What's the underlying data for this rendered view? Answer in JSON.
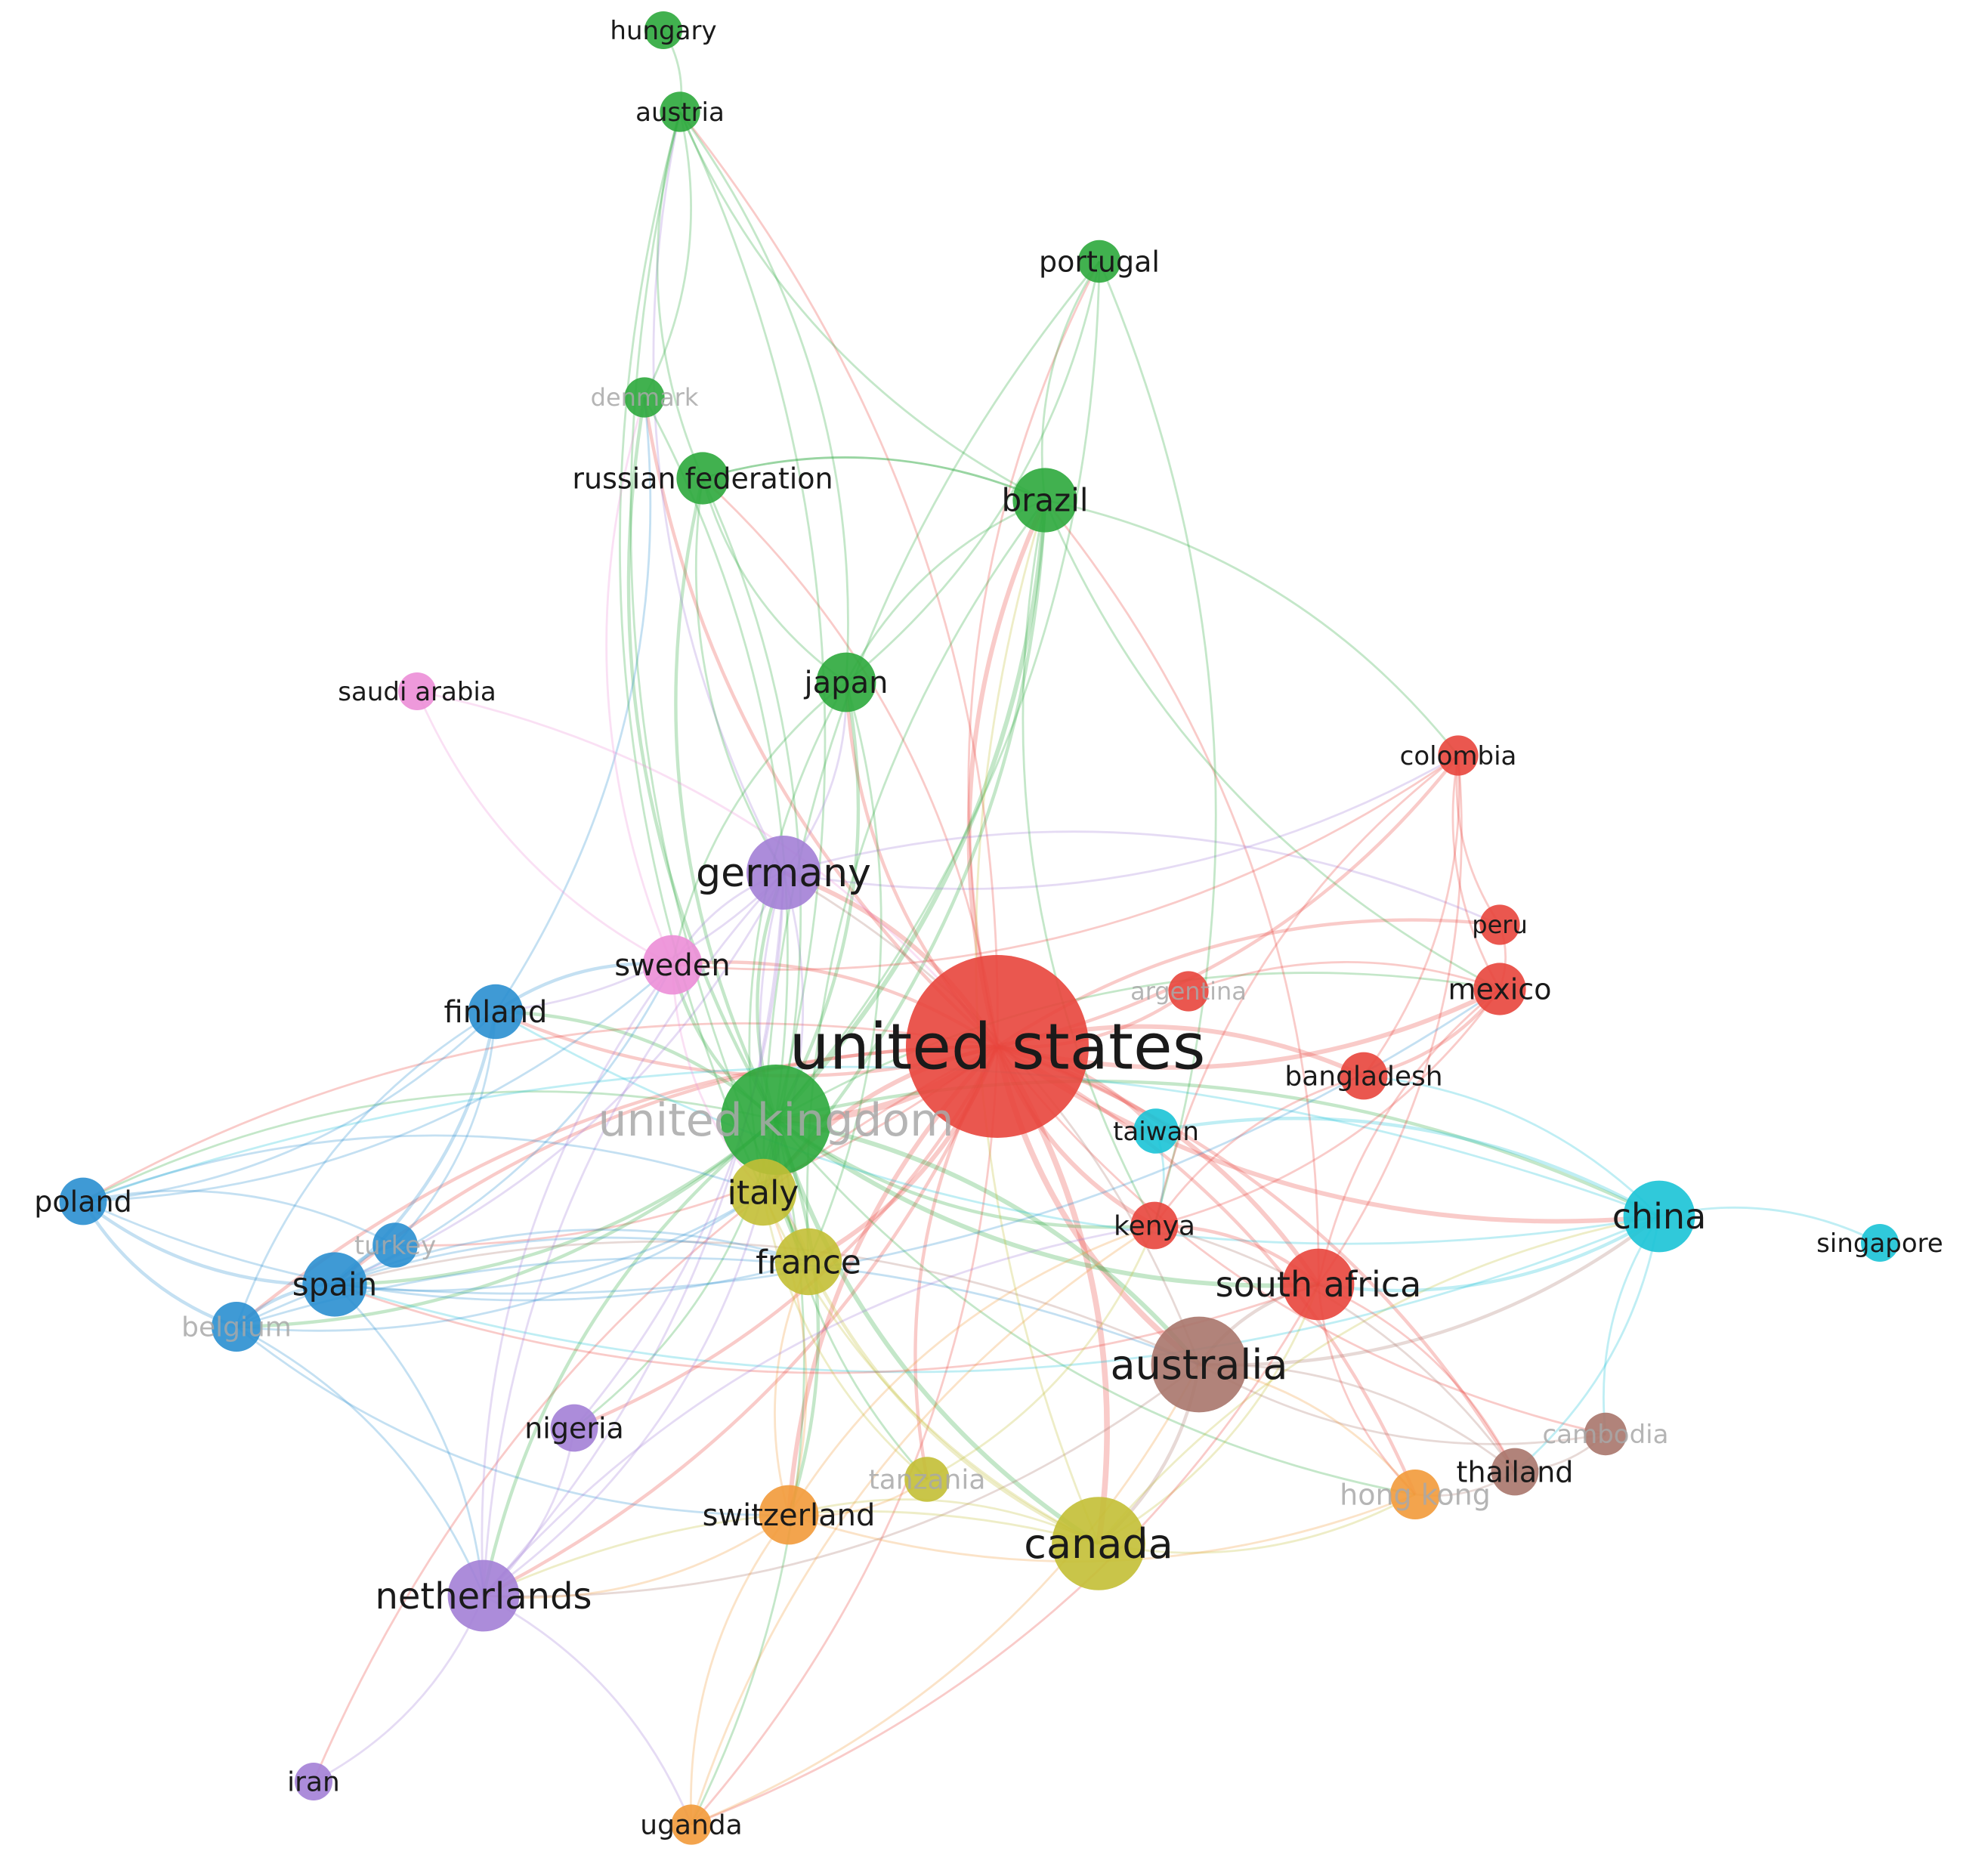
{
  "palette": {
    "red": "#e8453c",
    "green": "#2ca83c",
    "blue": "#2a8fd0",
    "purple": "#a37fd6",
    "yellow": "#c3bf35",
    "cyan": "#1ac3d6",
    "orange": "#f29a3a",
    "brown": "#a9756c",
    "pink": "#ec8ed7"
  },
  "nodes": [
    {
      "id": "us",
      "label": "united states",
      "cluster": "red",
      "size": 7,
      "faded": false
    },
    {
      "id": "uk",
      "label": "united kingdom",
      "cluster": "green",
      "size": 4,
      "faded": true
    },
    {
      "id": "australia",
      "label": "australia",
      "cluster": "brown",
      "size": 3.4,
      "faded": false
    },
    {
      "id": "canada",
      "label": "canada",
      "cluster": "yellow",
      "size": 3.3,
      "faded": false
    },
    {
      "id": "china",
      "label": "china",
      "cluster": "cyan",
      "size": 2.4,
      "faded": false
    },
    {
      "id": "south_africa",
      "label": "south africa",
      "cluster": "red",
      "size": 2.4,
      "faded": false
    },
    {
      "id": "germany",
      "label": "germany",
      "cluster": "purple",
      "size": 2.5,
      "faded": false
    },
    {
      "id": "netherlands",
      "label": "netherlands",
      "cluster": "purple",
      "size": 2.4,
      "faded": false
    },
    {
      "id": "italy",
      "label": "italy",
      "cluster": "yellow",
      "size": 2.2,
      "faded": false
    },
    {
      "id": "france",
      "label": "france",
      "cluster": "yellow",
      "size": 2.2,
      "faded": false
    },
    {
      "id": "spain",
      "label": "spain",
      "cluster": "blue",
      "size": 2.1,
      "faded": false
    },
    {
      "id": "brazil",
      "label": "brazil",
      "cluster": "green",
      "size": 2.1,
      "faded": false
    },
    {
      "id": "sweden",
      "label": "sweden",
      "cluster": "pink",
      "size": 1.9,
      "faded": false
    },
    {
      "id": "japan",
      "label": "japan",
      "cluster": "green",
      "size": 1.9,
      "faded": false
    },
    {
      "id": "switzerland",
      "label": "switzerland",
      "cluster": "orange",
      "size": 1.9,
      "faded": false
    },
    {
      "id": "finland",
      "label": "finland",
      "cluster": "blue",
      "size": 1.7,
      "faded": false
    },
    {
      "id": "mexico",
      "label": "mexico",
      "cluster": "red",
      "size": 1.6,
      "faded": false
    },
    {
      "id": "bangladesh",
      "label": "bangladesh",
      "cluster": "red",
      "size": 1.4,
      "faded": false
    },
    {
      "id": "kenya",
      "label": "kenya",
      "cluster": "red",
      "size": 1.4,
      "faded": false
    },
    {
      "id": "taiwan",
      "label": "taiwan",
      "cluster": "cyan",
      "size": 1.3,
      "faded": false
    },
    {
      "id": "belgium",
      "label": "belgium",
      "cluster": "blue",
      "size": 1.5,
      "faded": true
    },
    {
      "id": "turkey",
      "label": "turkey",
      "cluster": "blue",
      "size": 1.3,
      "faded": true
    },
    {
      "id": "poland",
      "label": "poland",
      "cluster": "blue",
      "size": 1.4,
      "faded": false
    },
    {
      "id": "nigeria",
      "label": "nigeria",
      "cluster": "purple",
      "size": 1.4,
      "faded": false
    },
    {
      "id": "tanzania",
      "label": "tanzania",
      "cluster": "yellow",
      "size": 1.3,
      "faded": true
    },
    {
      "id": "thailand",
      "label": "thailand",
      "cluster": "brown",
      "size": 1.4,
      "faded": false
    },
    {
      "id": "cambodia",
      "label": "cambodia",
      "cluster": "brown",
      "size": 1.2,
      "faded": true
    },
    {
      "id": "hong_kong",
      "label": "hong kong",
      "cluster": "orange",
      "size": 1.5,
      "faded": true
    },
    {
      "id": "russian_federation",
      "label": "russian federation",
      "cluster": "green",
      "size": 1.6,
      "faded": false
    },
    {
      "id": "portugal",
      "label": "portugal",
      "cluster": "green",
      "size": 1.2,
      "faded": false
    },
    {
      "id": "austria",
      "label": "austria",
      "cluster": "green",
      "size": 1.1,
      "faded": false
    },
    {
      "id": "hungary",
      "label": "hungary",
      "cluster": "green",
      "size": 1.0,
      "faded": false
    },
    {
      "id": "denmark",
      "label": "denmark",
      "cluster": "green",
      "size": 1.1,
      "faded": true
    },
    {
      "id": "saudi_arabia",
      "label": "saudi arabia",
      "cluster": "pink",
      "size": 1.0,
      "faded": false
    },
    {
      "id": "colombia",
      "label": "colombia",
      "cluster": "red",
      "size": 1.1,
      "faded": false
    },
    {
      "id": "peru",
      "label": "peru",
      "cluster": "red",
      "size": 1.1,
      "faded": false
    },
    {
      "id": "argentina",
      "label": "argentina",
      "cluster": "red",
      "size": 1.1,
      "faded": true
    },
    {
      "id": "singapore",
      "label": "singapore",
      "cluster": "cyan",
      "size": 1.0,
      "faded": false
    },
    {
      "id": "iran",
      "label": "iran",
      "cluster": "purple",
      "size": 1.0,
      "faded": false
    },
    {
      "id": "uganda",
      "label": "uganda",
      "cluster": "orange",
      "size": 1.1,
      "faded": false
    }
  ],
  "links": [
    [
      "us",
      "uk",
      5
    ],
    [
      "us",
      "australia",
      4
    ],
    [
      "us",
      "canada",
      4
    ],
    [
      "us",
      "china",
      3
    ],
    [
      "us",
      "south_africa",
      3
    ],
    [
      "us",
      "germany",
      3
    ],
    [
      "us",
      "netherlands",
      2
    ],
    [
      "us",
      "italy",
      3
    ],
    [
      "us",
      "france",
      3
    ],
    [
      "us",
      "spain",
      2
    ],
    [
      "us",
      "brazil",
      3
    ],
    [
      "us",
      "sweden",
      2
    ],
    [
      "us",
      "japan",
      2
    ],
    [
      "us",
      "switzerland",
      3
    ],
    [
      "us",
      "finland",
      2
    ],
    [
      "us",
      "mexico",
      3
    ],
    [
      "us",
      "bangladesh",
      3
    ],
    [
      "us",
      "kenya",
      3
    ],
    [
      "us",
      "taiwan",
      2
    ],
    [
      "us",
      "belgium",
      2
    ],
    [
      "us",
      "turkey",
      1
    ],
    [
      "us",
      "poland",
      1
    ],
    [
      "us",
      "nigeria",
      2
    ],
    [
      "us",
      "tanzania",
      2
    ],
    [
      "us",
      "thailand",
      2
    ],
    [
      "us",
      "cambodia",
      1
    ],
    [
      "us",
      "hong_kong",
      2
    ],
    [
      "us",
      "russian_federation",
      1
    ],
    [
      "us",
      "portugal",
      1
    ],
    [
      "us",
      "austria",
      1
    ],
    [
      "us",
      "denmark",
      2
    ],
    [
      "us",
      "colombia",
      2
    ],
    [
      "us",
      "peru",
      2
    ],
    [
      "us",
      "argentina",
      2
    ],
    [
      "us",
      "uganda",
      1
    ],
    [
      "us",
      "iran",
      1
    ],
    [
      "uk",
      "australia",
      3
    ],
    [
      "uk",
      "canada",
      3
    ],
    [
      "uk",
      "china",
      2
    ],
    [
      "uk",
      "south_africa",
      3
    ],
    [
      "uk",
      "germany",
      2
    ],
    [
      "uk",
      "netherlands",
      2
    ],
    [
      "uk",
      "italy",
      3
    ],
    [
      "uk",
      "france",
      3
    ],
    [
      "uk",
      "spain",
      2
    ],
    [
      "uk",
      "brazil",
      3
    ],
    [
      "uk",
      "sweden",
      2
    ],
    [
      "uk",
      "japan",
      2
    ],
    [
      "uk",
      "switzerland",
      2
    ],
    [
      "uk",
      "finland",
      2
    ],
    [
      "uk",
      "mexico",
      1
    ],
    [
      "uk",
      "kenya",
      2
    ],
    [
      "uk",
      "belgium",
      2
    ],
    [
      "uk",
      "poland",
      1
    ],
    [
      "uk",
      "nigeria",
      1
    ],
    [
      "uk",
      "tanzania",
      1
    ],
    [
      "uk",
      "russian_federation",
      2
    ],
    [
      "uk",
      "austria",
      1
    ],
    [
      "uk",
      "denmark",
      2
    ],
    [
      "uk",
      "portugal",
      1
    ],
    [
      "uk",
      "uganda",
      1
    ],
    [
      "uk",
      "hong_kong",
      1
    ],
    [
      "australia",
      "canada",
      2
    ],
    [
      "australia",
      "china",
      2
    ],
    [
      "australia",
      "south_africa",
      2
    ],
    [
      "australia",
      "spain",
      1
    ],
    [
      "australia",
      "thailand",
      1
    ],
    [
      "australia",
      "cambodia",
      1
    ],
    [
      "australia",
      "netherlands",
      1
    ],
    [
      "australia",
      "germany",
      1
    ],
    [
      "canada",
      "china",
      1
    ],
    [
      "canada",
      "south_africa",
      1
    ],
    [
      "canada",
      "france",
      2
    ],
    [
      "canada",
      "switzerland",
      1
    ],
    [
      "canada",
      "italy",
      1
    ],
    [
      "canada",
      "hong_kong",
      1
    ],
    [
      "canada",
      "brazil",
      1
    ],
    [
      "canada",
      "netherlands",
      1
    ],
    [
      "china",
      "south_africa",
      2
    ],
    [
      "china",
      "taiwan",
      2
    ],
    [
      "china",
      "singapore",
      1
    ],
    [
      "china",
      "bangladesh",
      1
    ],
    [
      "china",
      "spain",
      1
    ],
    [
      "china",
      "poland",
      1
    ],
    [
      "china",
      "thailand",
      1
    ],
    [
      "china",
      "cambodia",
      1
    ],
    [
      "china",
      "finland",
      1
    ],
    [
      "south_africa",
      "kenya",
      2
    ],
    [
      "south_africa",
      "mexico",
      1
    ],
    [
      "south_africa",
      "brazil",
      1
    ],
    [
      "south_africa",
      "spain",
      1
    ],
    [
      "south_africa",
      "colombia",
      1
    ],
    [
      "south_africa",
      "uganda",
      1
    ],
    [
      "south_africa",
      "hong_kong",
      1
    ],
    [
      "south_africa",
      "thailand",
      1
    ],
    [
      "germany",
      "netherlands",
      1
    ],
    [
      "germany",
      "italy",
      1
    ],
    [
      "germany",
      "france",
      1
    ],
    [
      "germany",
      "spain",
      1
    ],
    [
      "germany",
      "sweden",
      1
    ],
    [
      "germany",
      "finland",
      1
    ],
    [
      "germany",
      "japan",
      1
    ],
    [
      "germany",
      "austria",
      1
    ],
    [
      "germany",
      "colombia",
      1
    ],
    [
      "germany",
      "peru",
      1
    ],
    [
      "spain",
      "finland",
      2
    ],
    [
      "spain",
      "poland",
      2
    ],
    [
      "spain",
      "belgium",
      2
    ],
    [
      "spain",
      "turkey",
      2
    ],
    [
      "spain",
      "italy",
      1
    ],
    [
      "spain",
      "france",
      1
    ],
    [
      "spain",
      "sweden",
      1
    ],
    [
      "spain",
      "netherlands",
      1
    ],
    [
      "spain",
      "mexico",
      1
    ],
    [
      "finland",
      "poland",
      1
    ],
    [
      "finland",
      "belgium",
      1
    ],
    [
      "finland",
      "sweden",
      2
    ],
    [
      "finland",
      "denmark",
      1
    ],
    [
      "finland",
      "turkey",
      1
    ],
    [
      "poland",
      "belgium",
      2
    ],
    [
      "poland",
      "turkey",
      1
    ],
    [
      "poland",
      "sweden",
      1
    ],
    [
      "poland",
      "italy",
      1
    ],
    [
      "poland",
      "france",
      1
    ],
    [
      "belgium",
      "netherlands",
      1
    ],
    [
      "belgium",
      "italy",
      1
    ],
    [
      "belgium",
      "france",
      1
    ],
    [
      "belgium",
      "switzerland",
      1
    ],
    [
      "belgium",
      "australia",
      1
    ],
    [
      "brazil",
      "japan",
      1
    ],
    [
      "brazil",
      "portugal",
      1
    ],
    [
      "brazil",
      "russian_federation",
      1
    ],
    [
      "brazil",
      "austria",
      1
    ],
    [
      "brazil",
      "mexico",
      1
    ],
    [
      "brazil",
      "italy",
      2
    ],
    [
      "brazil",
      "france",
      1
    ],
    [
      "brazil",
      "colombia",
      1
    ],
    [
      "brazil",
      "kenya",
      1
    ],
    [
      "russian_federation",
      "austria",
      1
    ],
    [
      "russian_federation",
      "japan",
      1
    ],
    [
      "russian_federation",
      "italy",
      1
    ],
    [
      "russian_federation",
      "germany",
      1
    ],
    [
      "russian_federation",
      "brazil",
      1
    ],
    [
      "austria",
      "hungary",
      1
    ],
    [
      "austria",
      "japan",
      1
    ],
    [
      "austria",
      "italy",
      1
    ],
    [
      "austria",
      "denmark",
      1
    ],
    [
      "austria",
      "france",
      1
    ],
    [
      "portugal",
      "japan",
      1
    ],
    [
      "portugal",
      "italy",
      1
    ],
    [
      "portugal",
      "kenya",
      1
    ],
    [
      "japan",
      "italy",
      1
    ],
    [
      "japan",
      "france",
      1
    ],
    [
      "japan",
      "sweden",
      1
    ],
    [
      "mexico",
      "colombia",
      1
    ],
    [
      "mexico",
      "peru",
      1
    ],
    [
      "mexico",
      "bangladesh",
      2
    ],
    [
      "mexico",
      "argentina",
      1
    ],
    [
      "mexico",
      "kenya",
      1
    ],
    [
      "colombia",
      "peru",
      1
    ],
    [
      "colombia",
      "bangladesh",
      1
    ],
    [
      "colombia",
      "kenya",
      1
    ],
    [
      "colombia",
      "sweden",
      1
    ],
    [
      "switzerland",
      "uganda",
      1
    ],
    [
      "switzerland",
      "kenya",
      1
    ],
    [
      "switzerland",
      "tanzania",
      1
    ],
    [
      "switzerland",
      "netherlands",
      1
    ],
    [
      "switzerland",
      "italy",
      1
    ],
    [
      "switzerland",
      "france",
      1
    ],
    [
      "switzerland",
      "hong_kong",
      1
    ],
    [
      "netherlands",
      "iran",
      1
    ],
    [
      "netherlands",
      "nigeria",
      1
    ],
    [
      "netherlands",
      "uganda",
      1
    ],
    [
      "netherlands",
      "italy",
      1
    ],
    [
      "netherlands",
      "sweden",
      1
    ],
    [
      "netherlands",
      "germany",
      1
    ],
    [
      "netherlands",
      "kenya",
      1
    ],
    [
      "saudi_arabia",
      "sweden",
      1
    ],
    [
      "saudi_arabia",
      "us",
      1
    ],
    [
      "thailand",
      "cambodia",
      1
    ],
    [
      "thailand",
      "hong_kong",
      1
    ],
    [
      "thailand",
      "kenya",
      1
    ],
    [
      "uganda",
      "kenya",
      1
    ],
    [
      "uganda",
      "australia",
      1
    ],
    [
      "taiwan",
      "kenya",
      1
    ],
    [
      "tanzania",
      "kenya",
      1
    ],
    [
      "tanzania",
      "italy",
      1
    ],
    [
      "nigeria",
      "germany",
      1
    ],
    [
      "sweden",
      "denmark",
      1
    ],
    [
      "sweden",
      "italy",
      1
    ],
    [
      "denmark",
      "italy",
      1
    ],
    [
      "france",
      "italy",
      2
    ],
    [
      "kenya",
      "bangladesh",
      1
    ],
    [
      "hong_kong",
      "australia",
      1
    ]
  ]
}
